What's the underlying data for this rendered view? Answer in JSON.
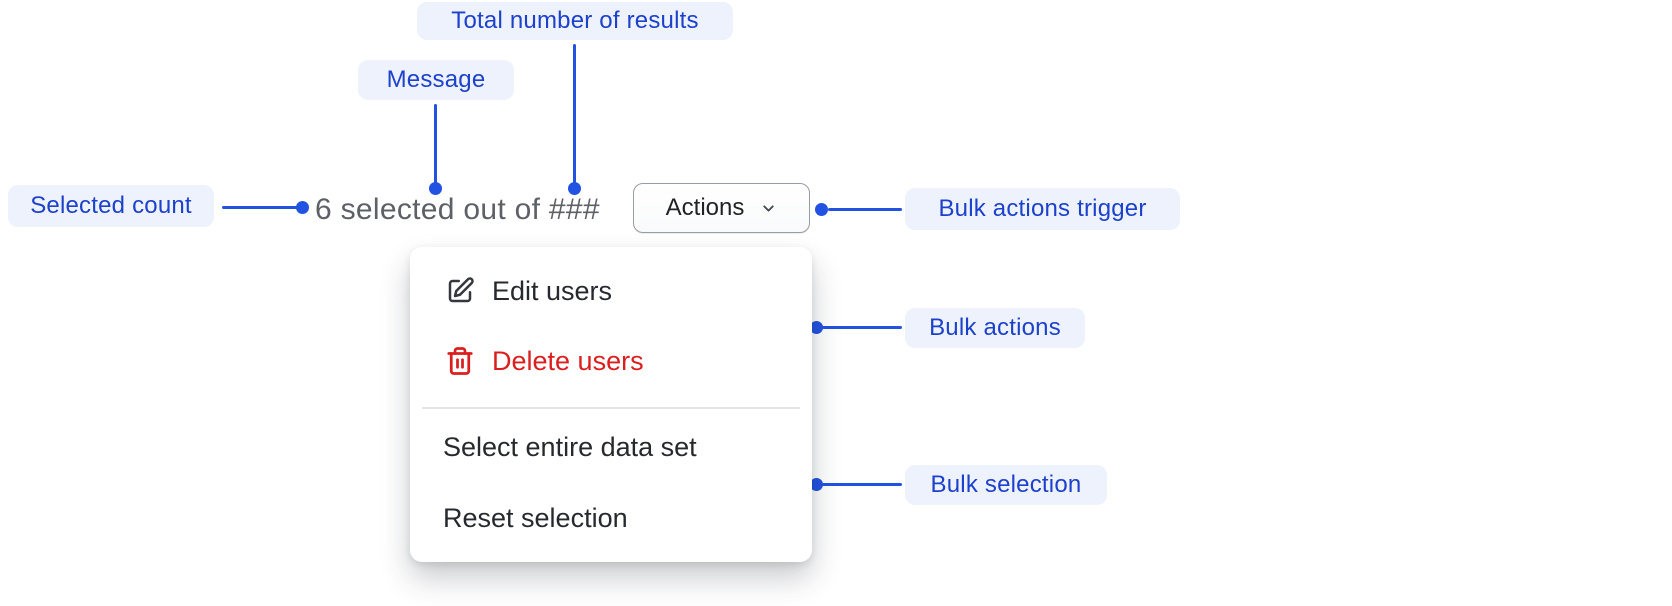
{
  "annotations": {
    "total_results": "Total number of results",
    "message": "Message",
    "selected_count": "Selected count",
    "bulk_actions_trigger": "Bulk actions trigger",
    "bulk_actions": "Bulk actions",
    "bulk_selection": "Bulk selection"
  },
  "selection_bar": {
    "message_text": "6 selected out of ###",
    "actions_button_label": "Actions",
    "actions_button_icon": "chevron-down-icon"
  },
  "bulk_actions_menu": {
    "items": [
      {
        "label": "Edit users",
        "icon": "edit-icon",
        "tone": "default"
      },
      {
        "label": "Delete users",
        "icon": "trash-icon",
        "tone": "critical"
      }
    ],
    "selection_items": [
      {
        "label": "Select entire data set"
      },
      {
        "label": "Reset selection"
      }
    ]
  },
  "colors": {
    "annotation_text": "#1c41cb",
    "annotation_pill_bg": "#eef2fd",
    "connector_blue": "#2152e2",
    "message_text_gray": "#5d6066",
    "menu_text": "#26292d",
    "critical_red": "#db1f1f",
    "button_border": "#979da4",
    "divider": "#e4e5e8",
    "background": "#ffffff"
  }
}
